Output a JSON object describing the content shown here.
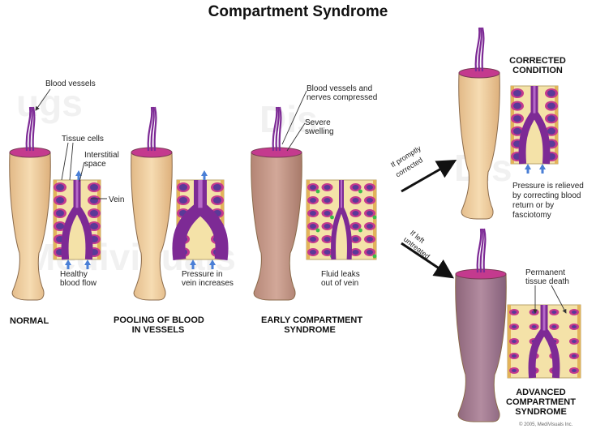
{
  "title": "Compartment Syndrome",
  "watermark": [
    "ugs",
    "Dis",
    "Medivisuals"
  ],
  "copyright": "© 2005, MediVisuals Inc.",
  "colors": {
    "skin": "#f0cfa0",
    "swollen": "#c79c8e",
    "dead": "#a87e8f",
    "tissue": "#c43a8e",
    "cell": "#5a3a98",
    "vessel": "#7d2a95",
    "interstitial": "#f4e2a8",
    "arrow_blue": "#4a7fd6",
    "fluid": "#3bbd4a"
  },
  "stages": {
    "normal": {
      "heading": "NORMAL",
      "labels": {
        "blood_vessels": "Blood vessels",
        "tissue_cells": "Tissue cells",
        "interstitial_space_1": "Interstitial",
        "interstitial_space_2": "space",
        "vein": "Vein",
        "flow_1": "Healthy",
        "flow_2": "blood flow"
      }
    },
    "pooling": {
      "heading_1": "POOLING OF BLOOD",
      "heading_2": "IN VESSELS",
      "labels": {
        "pressure_1": "Pressure in",
        "pressure_2": "vein increases"
      }
    },
    "early": {
      "heading_1": "EARLY COMPARTMENT",
      "heading_2": "SYNDROME",
      "labels": {
        "compressed_1": "Blood vessels and",
        "compressed_2": "nerves compressed",
        "swelling_1": "Severe",
        "swelling_2": "swelling",
        "fluid_1": "Fluid leaks",
        "fluid_2": "out of vein"
      }
    },
    "corrected": {
      "heading_1": "CORRECTED",
      "heading_2": "CONDITION",
      "branch_1": "If promptly",
      "branch_2": "corrected",
      "labels": {
        "relief_1": "Pressure is relieved",
        "relief_2": "by correcting blood",
        "relief_3": "return or by",
        "relief_4": "fasciotomy"
      }
    },
    "advanced": {
      "heading_1": "ADVANCED",
      "heading_2": "COMPARTMENT",
      "heading_3": "SYNDROME",
      "branch_1": "If left",
      "branch_2": "untreated",
      "labels": {
        "death_1": "Permanent",
        "death_2": "tissue death"
      }
    }
  }
}
